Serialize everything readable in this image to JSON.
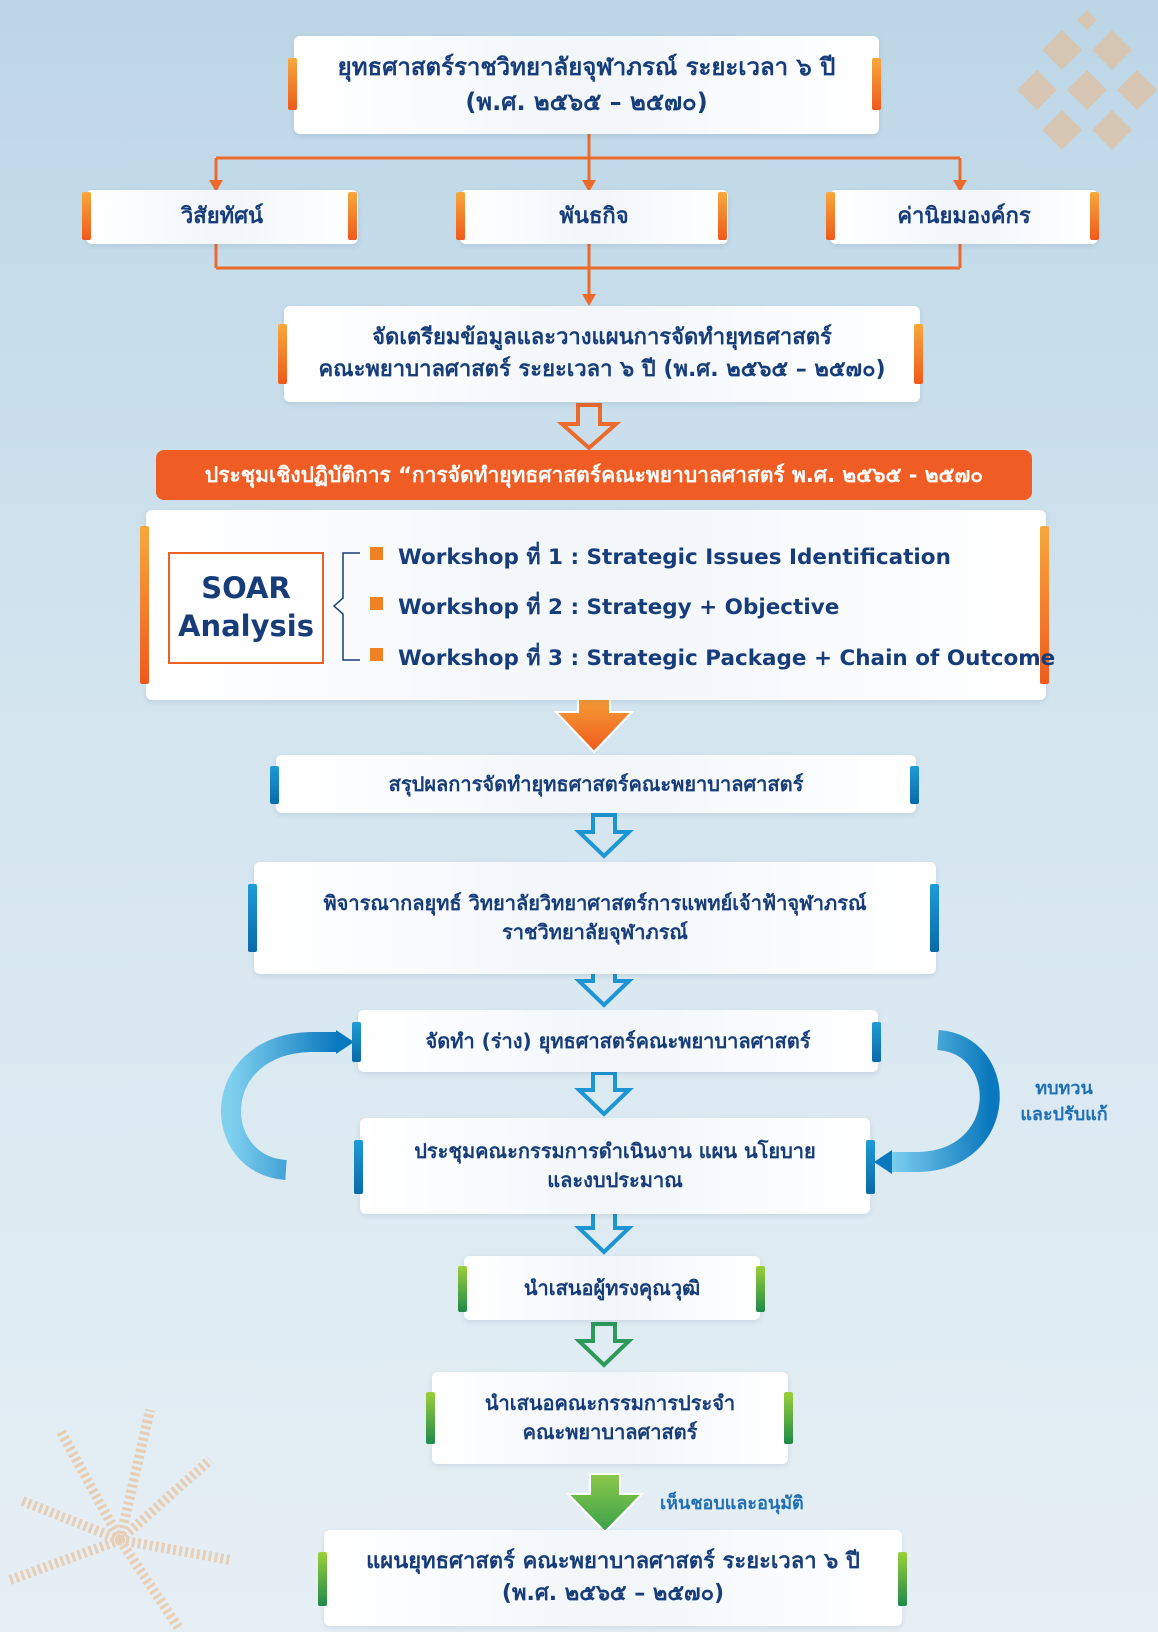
{
  "top": {
    "line1": "ยุทธศาสตร์ราชวิทยาลัยจุฬาภรณ์ ระยะเวลา ๖ ปี",
    "line2": "(พ.ศ. ๒๕๖๕ – ๒๕๗๐)"
  },
  "pillars": {
    "vision": "วิสัยทัศน์",
    "mission": "พันธกิจ",
    "values": "ค่านิยมองค์กร"
  },
  "prepare": {
    "line1": "จัดเตรียมข้อมูลและวางแผนการจัดทำยุทธศาสตร์",
    "line2": "คณะพยาบาลศาสตร์ ระยะเวลา ๖ ปี (พ.ศ. ๒๕๖๕ – ๒๕๗๐)"
  },
  "banner": "ประชุมเชิงปฏิบัติการ “การจัดทำยุทธศาสตร์คณะพยาบาลศาสตร์ พ.ศ. ๒๕๖๕ - ๒๕๗๐",
  "soar": {
    "line1": "SOAR",
    "line2": "Analysis"
  },
  "workshops": [
    "Workshop ที่ 1 : Strategic Issues Identification",
    "Workshop ที่ 2 : Strategy + Objective",
    "Workshop ที่ 3 : Strategic Package + Chain of Outcome"
  ],
  "summary": "สรุปผลการจัดทำยุทธศาสตร์คณะพยาบาลศาสตร์",
  "consider": {
    "line1": "พิจารณากลยุทธ์ วิทยาลัยวิทยาศาสตร์การแพทย์เจ้าฟ้าจุฬาภรณ์",
    "line2": "ราชวิทยาลัยจุฬาภรณ์"
  },
  "draft": "จัดทำ (ร่าง) ยุทธศาสตร์คณะพยาบาลศาสตร์",
  "meeting": {
    "line1": "ประชุมคณะกรรมการดำเนินงาน แผน นโยบาย",
    "line2": "และงบประมาณ"
  },
  "review_label": {
    "line1": "ทบทวน",
    "line2": "และปรับแก้"
  },
  "experts": "นำเสนอผู้ทรงคุณวุฒิ",
  "committee": {
    "line1": "นำเสนอคณะกรรมการประจำ",
    "line2": "คณะพยาบาลศาสตร์"
  },
  "approve_label": "เห็นชอบและอนุมัติ",
  "final": {
    "line1": "แผนยุทธศาสตร์ คณะพยาบาลศาสตร์ ระยะเวลา ๖ ปี",
    "line2": "(พ.ศ. ๒๕๖๕ – ๒๕๗๐)"
  },
  "colors": {
    "orange": "#ef5d24",
    "blue": "#1e88c8",
    "green": "#3a9a4a",
    "navy": "#163d7a"
  }
}
